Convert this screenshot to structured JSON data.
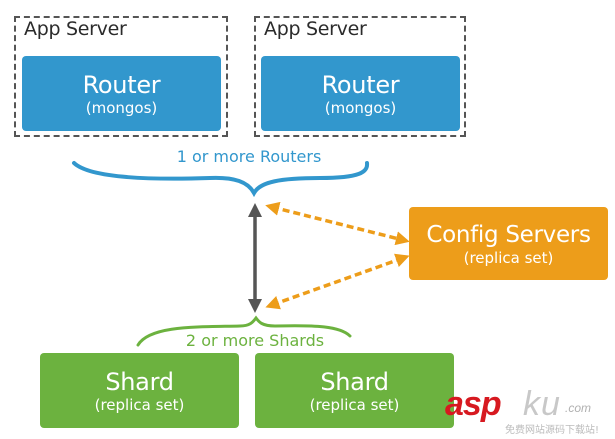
{
  "diagram": {
    "app_servers": [
      {
        "label": "App Server",
        "router": {
          "title": "Router",
          "subtitle": "(mongos)"
        }
      },
      {
        "label": "App Server",
        "router": {
          "title": "Router",
          "subtitle": "(mongos)"
        }
      }
    ],
    "routers_brace_label": "1 or more Routers",
    "config_servers": {
      "title": "Config Servers",
      "subtitle": "(replica set)"
    },
    "shards_brace_label": "2 or more Shards",
    "shards": [
      {
        "title": "Shard",
        "subtitle": "(replica set)"
      },
      {
        "title": "Shard",
        "subtitle": "(replica set)"
      }
    ],
    "connections": [
      {
        "from": "routers",
        "to": "shards",
        "style": "solid",
        "direction": "bidirectional"
      },
      {
        "from": "routers",
        "to": "config_servers",
        "style": "dashed",
        "direction": "bidirectional"
      },
      {
        "from": "shards",
        "to": "config_servers",
        "style": "dashed",
        "direction": "bidirectional"
      }
    ],
    "colors": {
      "router": "#3297cd",
      "shard": "#6cb23f",
      "config": "#ed9d1a",
      "connector": "#555555"
    }
  },
  "watermark": {
    "brand_red": "asp",
    "brand_grey": "ku",
    "suffix": ".com",
    "tagline": "免费网站源码下载站!"
  }
}
